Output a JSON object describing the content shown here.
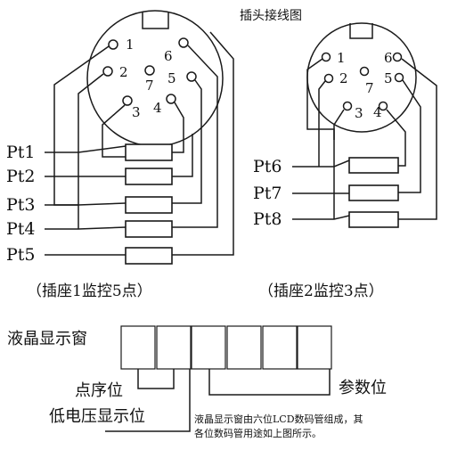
{
  "plug_title": "插头接线图",
  "socket1": {
    "caption": "（插座1监控5点）",
    "pins": [
      "1",
      "2",
      "3",
      "4",
      "5",
      "6",
      "7"
    ],
    "points": [
      "Pt1",
      "Pt2",
      "Pt3",
      "Pt4",
      "Pt5"
    ]
  },
  "socket2": {
    "caption": "（插座2监控3点）",
    "pins": [
      "1",
      "2",
      "3",
      "4",
      "5",
      "6",
      "7"
    ],
    "points": [
      "Pt6",
      "Pt7",
      "Pt8"
    ]
  },
  "lcd": {
    "label": "液晶显示窗",
    "cell_count": 6,
    "point_order_label": "点序位",
    "param_label": "参数位",
    "low_voltage_label": "低电压显示位",
    "note_line1": "液晶显示窗由六位LCD数码管组成，其",
    "note_line2": "各位数码管用途如上图所示。"
  }
}
